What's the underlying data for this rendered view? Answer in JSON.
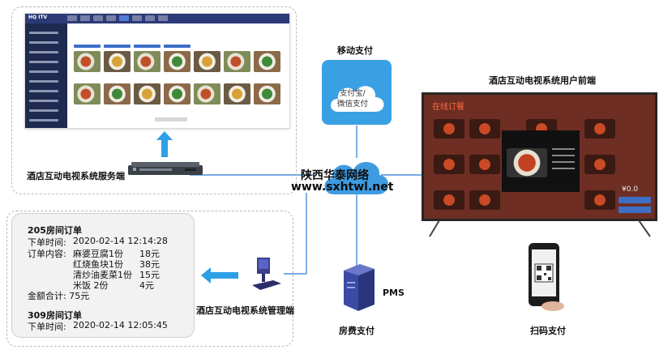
{
  "labels": {
    "server": "酒店互动电视系统服务端",
    "mobile_pay": "移动支付",
    "pay_icon_line1": "支付宝/",
    "pay_icon_line2": "微信支付",
    "tv_frontend": "酒店互动电视系统用户前端",
    "manager": "酒店互动电视系统管理端",
    "pms": "PMS",
    "room_pay": "房费支付",
    "scan_pay": "扫码支付"
  },
  "watermark": {
    "line1": "陕西华泰网络",
    "line2": "www.sxhtwl.net"
  },
  "tv_screen": {
    "title": "在线订餐",
    "price": "¥0.0"
  },
  "orders": [
    {
      "title": "205房间订单",
      "time_label": "下单时间:",
      "time_value": "2020-02-14  12:14:28",
      "content_label": "订单内容:",
      "items": [
        {
          "name": "麻婆豆腐1份",
          "price": "18元"
        },
        {
          "name": "红烧鱼块1份",
          "price": "38元"
        },
        {
          "name": "清炒油麦菜1份",
          "price": "15元"
        },
        {
          "name": "米饭 2份",
          "price": "4元"
        }
      ],
      "total": "金额合计:  75元"
    },
    {
      "title": "309房间订单",
      "time_label": "下单时间:",
      "time_value": "2020-02-14  12:05:45"
    }
  ],
  "colors": {
    "arrow": "#2ea0e6",
    "connector": "#4a90d9",
    "pay_tile": "#3aa0e4",
    "tv_bg": "#6e2e23"
  }
}
